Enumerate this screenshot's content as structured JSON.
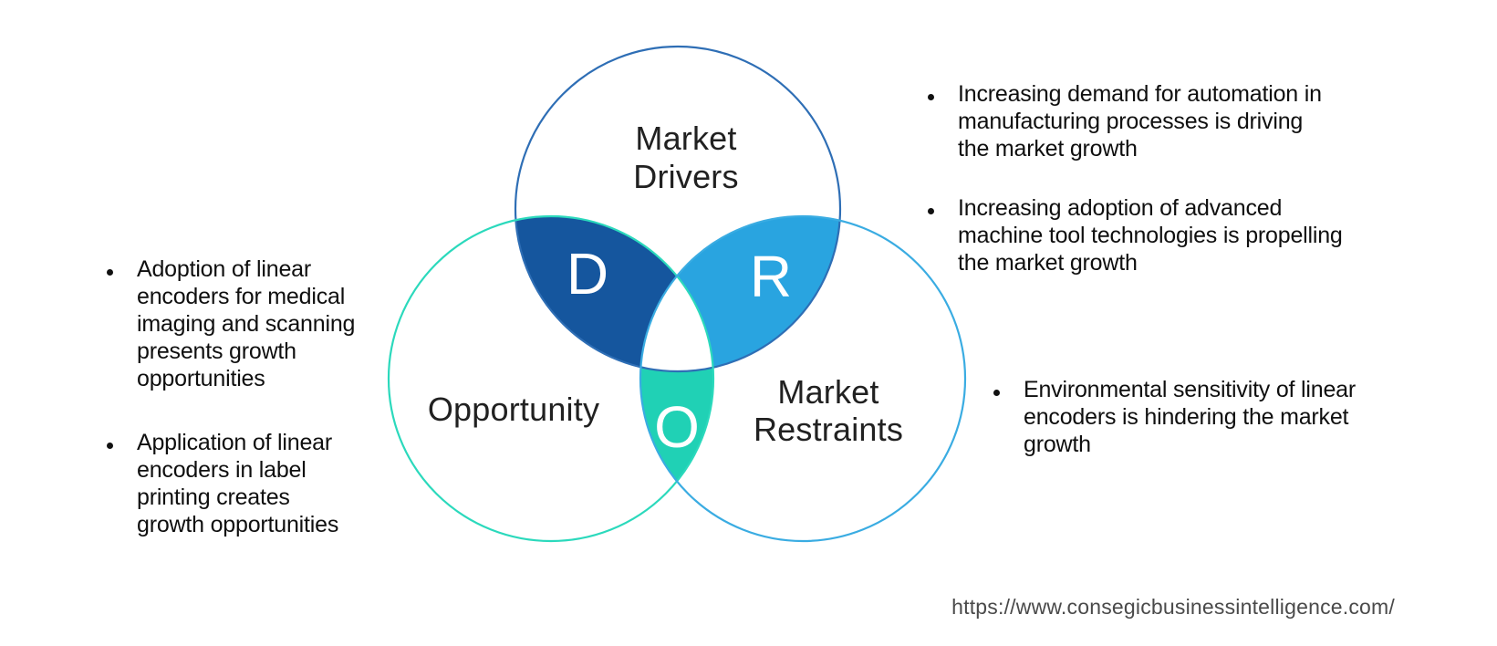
{
  "colors": {
    "background": "#FFFFFF",
    "bullet_text": "#0F0F0F",
    "url_text": "#4A4A4A"
  },
  "venn": {
    "drivers": {
      "label": "Market\nDrivers",
      "letter": "D",
      "outline_color": "#2E6EB5",
      "overlap_color": "#15569E"
    },
    "opportunity": {
      "label": "Opportunity",
      "letter": "O",
      "outline_color": "#2BD9BC",
      "overlap_color": "#20D1B5"
    },
    "restraints": {
      "label": "Market\nRestraints",
      "letter": "R",
      "outline_color": "#3AACE2",
      "overlap_color": "#29A4E0"
    }
  },
  "bullets": {
    "opportunity": [
      {
        "text": "Adoption of linear\nencoders for medical\nimaging and scanning\npresents growth\nopportunities"
      },
      {
        "text": "Application of linear\nencoders in label\nprinting creates\ngrowth opportunities"
      }
    ],
    "drivers": [
      {
        "text": "Increasing demand for automation in\nmanufacturing processes is driving\nthe market growth"
      },
      {
        "text": "Increasing adoption of advanced\nmachine tool technologies is propelling\nthe market growth"
      }
    ],
    "restraints": [
      {
        "text": "Environmental sensitivity of linear\nencoders is hindering the market\ngrowth"
      }
    ]
  },
  "footer": {
    "url": "https://www.consegicbusinessintelligence.com/"
  }
}
